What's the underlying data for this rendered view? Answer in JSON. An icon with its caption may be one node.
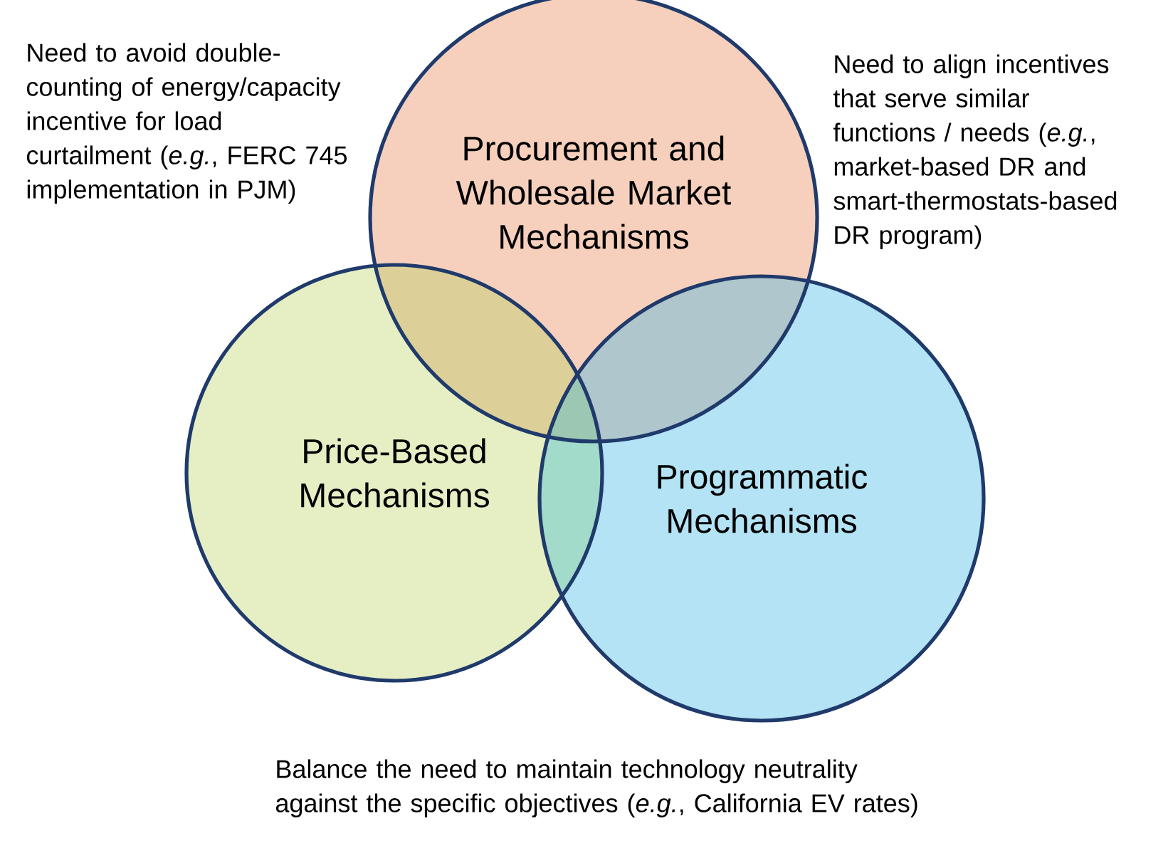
{
  "diagram": {
    "nodes": [
      {
        "text": [
          "Procurement and Wholesale Market Mechanisms"
        ]
      },
      {
        "text": [
          "Price-Based Mechanisms"
        ]
      },
      {
        "text": [
          "Programmatic Mechanisms"
        ]
      }
    ],
    "labels": [
      "Need to avoid double-counting of energy/capacity incentive for load curtailment (*e.g.*, FERC 745 implementation in PJM)",
      "Need to align incentives that serve similar functions / needs (*e.g.*, market-based DR and smart-thermostats-based DR program)",
      "Balance the need to maintain technology neutrality against the specific objectives (*e.g.*, California EV rates)"
    ]
  }
}
